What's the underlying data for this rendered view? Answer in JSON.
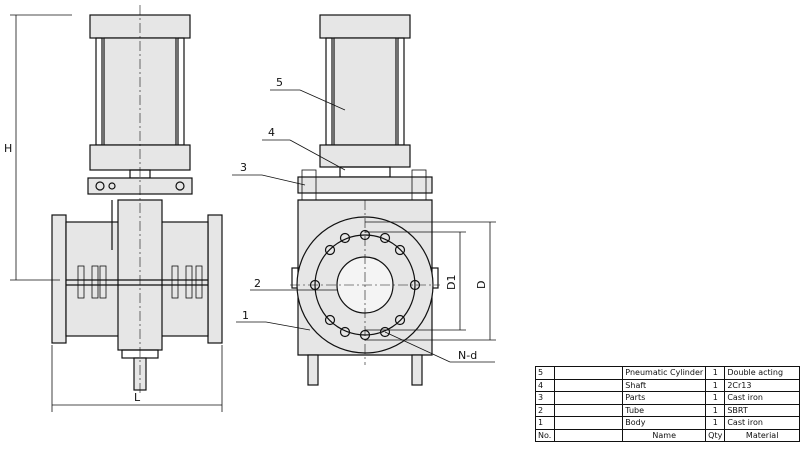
{
  "drawing": {
    "dimensions": {
      "height": "H",
      "length": "L",
      "bolt_circle": "D1",
      "flange_outer": "D",
      "bolt_holes": "N-d"
    },
    "callouts": [
      "5",
      "4",
      "3",
      "2",
      "1"
    ]
  },
  "parts_table": {
    "headers": {
      "no": "No.",
      "blank": "",
      "name": "Name",
      "qty": "Qty",
      "material": "Material"
    },
    "rows": [
      {
        "no": "5",
        "name": "Pneumatic Cylinder",
        "qty": "1",
        "material": "Double acting"
      },
      {
        "no": "4",
        "name": "Shaft",
        "qty": "1",
        "material": "2Cr13"
      },
      {
        "no": "3",
        "name": "Parts",
        "qty": "1",
        "material": "Cast iron"
      },
      {
        "no": "2",
        "name": "Tube",
        "qty": "1",
        "material": "SBRT"
      },
      {
        "no": "1",
        "name": "Body",
        "qty": "1",
        "material": "Cast iron"
      }
    ]
  }
}
